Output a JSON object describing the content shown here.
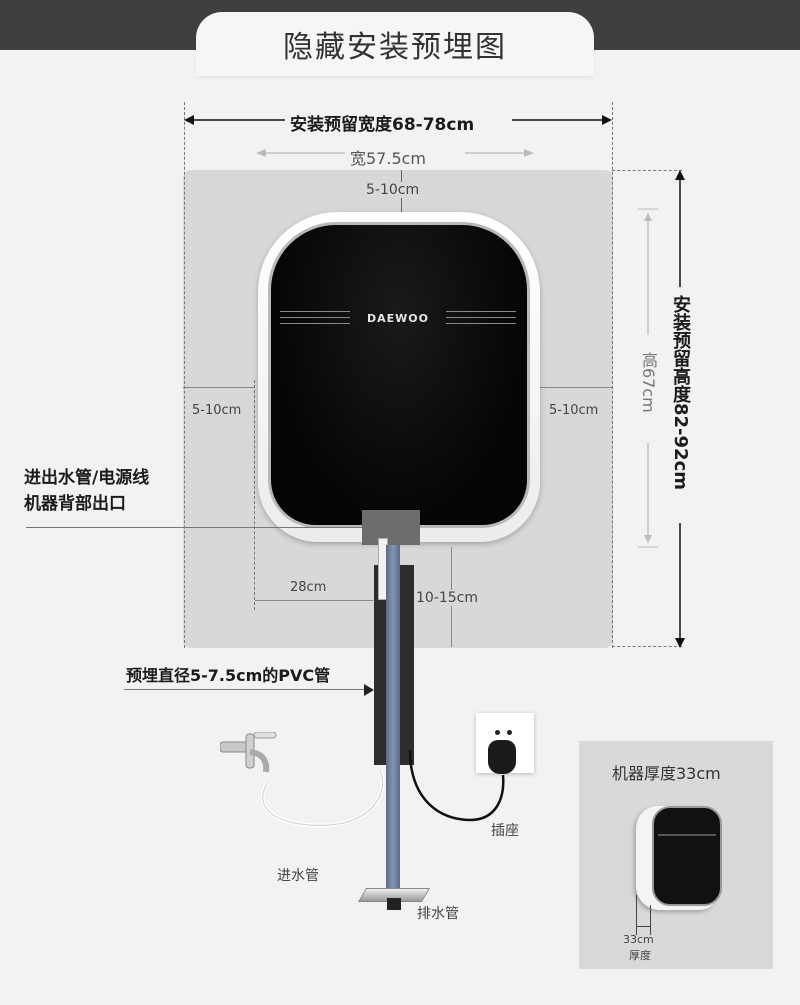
{
  "header": {
    "title": "隐藏安装预埋图"
  },
  "dimensions": {
    "install_width": "安装预留宽度68-78cm",
    "machine_width": "宽57.5cm",
    "top_gap": "5-10cm",
    "left_gap": "5-10cm",
    "right_gap": "5-10cm",
    "install_height": "安装预留高度82-92cm",
    "machine_height": "高67cm",
    "outlet_offset": "28cm",
    "bottom_gap": "10-15cm"
  },
  "callouts": {
    "outlet_line1": "进出水管/电源线",
    "outlet_line2": "机器背部出口",
    "pvc_pipe": "预埋直径5-7.5cm的PVC管"
  },
  "machine": {
    "brand": "DAEWOO"
  },
  "fixtures": {
    "socket_label": "插座",
    "inlet_label": "进水管",
    "drain_label": "排水管"
  },
  "thickness_card": {
    "title": "机器厚度33cm",
    "dim_value": "33cm",
    "dim_label": "厚度"
  },
  "colors": {
    "background": "#f2f2f2",
    "topbar": "#3f3f3f",
    "panel": "#d8d8d8",
    "machine_face": "#0a0a0a",
    "pvc_pipe": "#2d2d2d",
    "drain_pipe": "#8494b4"
  }
}
